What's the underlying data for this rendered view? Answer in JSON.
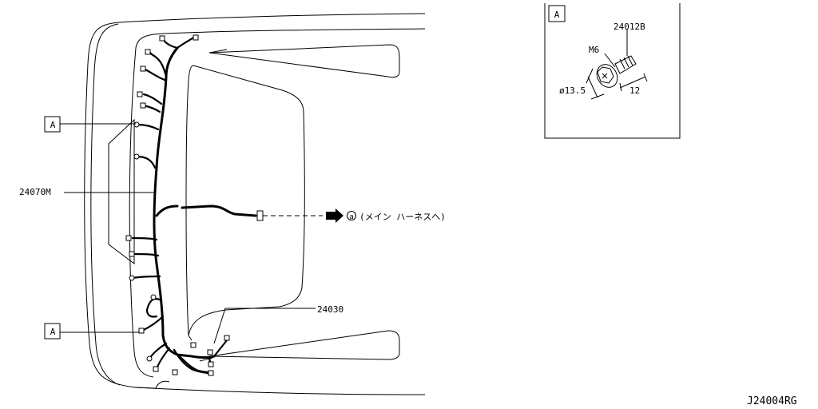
{
  "labels": {
    "callout_a_top": "A",
    "callout_a_bottom": "A",
    "part_harness": "24070M",
    "part_clip": "24030",
    "destination_note": "(メイン ハーネスへ)",
    "destination_symbol": "a"
  },
  "detail_a": {
    "box_label": "A",
    "part_bolt": "24012B",
    "thread_size": "M6",
    "flange_dia": "ø13.5",
    "length": "12"
  },
  "drawing_id": "J24004RG"
}
